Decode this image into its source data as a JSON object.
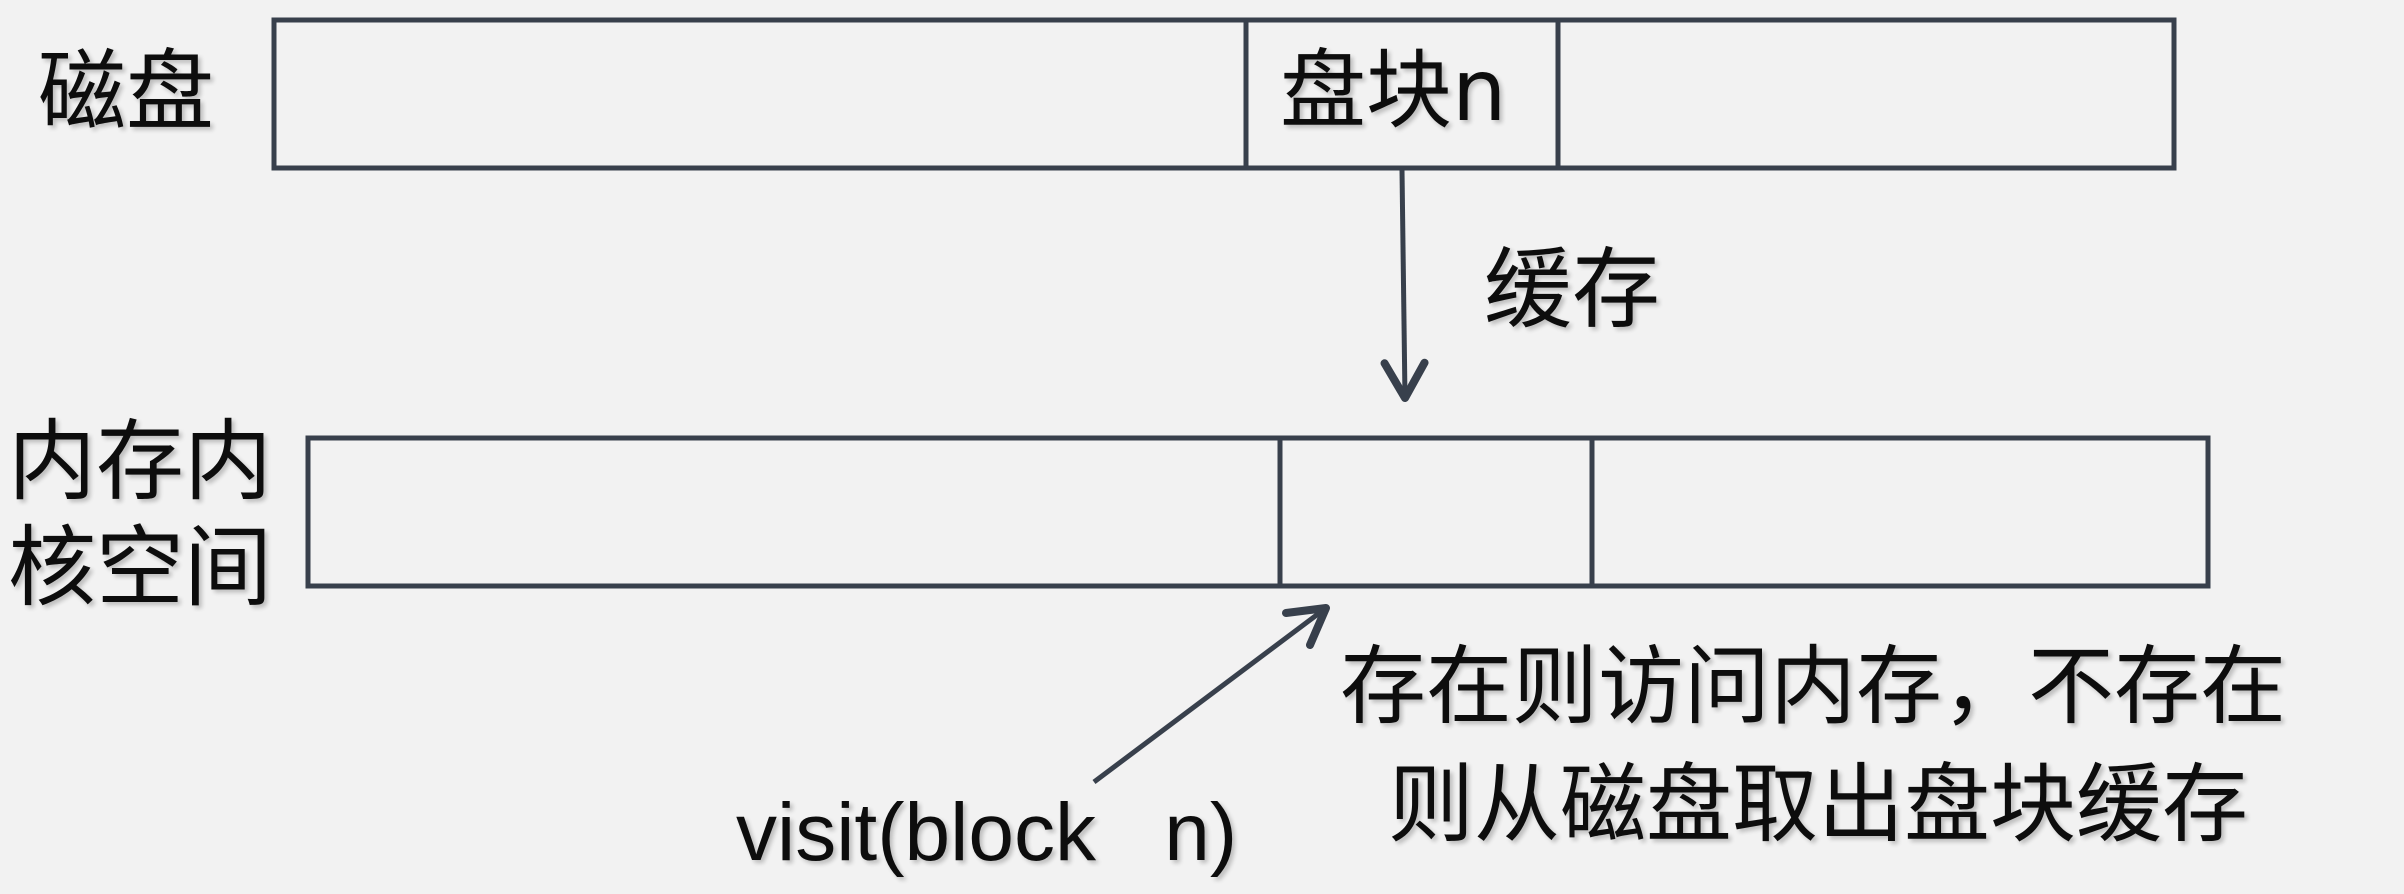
{
  "disk": {
    "label": "磁盘",
    "block_label": "盘块n"
  },
  "memory": {
    "label_line1": "内存内",
    "label_line2": "核空间"
  },
  "cache_label": "缓存",
  "description": {
    "line1": "存在则访问内存，不存在",
    "line2": "则从磁盘取出盘块缓存"
  },
  "visit_call": "visit(block   n)",
  "colors": {
    "background": "#f2f2f2",
    "stroke": "#38404c",
    "text": "#0d0d0d"
  }
}
